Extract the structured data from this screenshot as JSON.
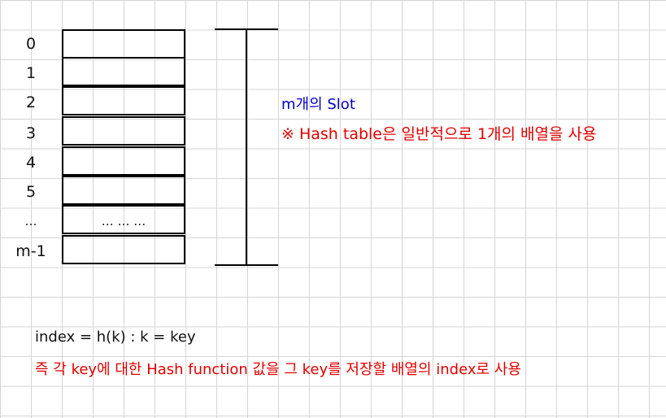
{
  "slots": [
    {
      "index": "0",
      "content": ""
    },
    {
      "index": "1",
      "content": ""
    },
    {
      "index": "2",
      "content": ""
    },
    {
      "index": "3",
      "content": ""
    },
    {
      "index": "4",
      "content": ""
    },
    {
      "index": "5",
      "content": ""
    },
    {
      "index": "…",
      "content": "… … …"
    },
    {
      "index": "m-1",
      "content": ""
    }
  ],
  "annotations": {
    "slot_count": "m개의 Slot",
    "note_array": "※ Hash table은 일반적으로 1개의 배열을 사용",
    "formula": "index = h(k) : k = key",
    "note_hash": "즉 각 key에 대한 Hash function 값을 그 key를 저장할 배열의 index로 사용"
  },
  "colors": {
    "blue_text": "#0000c8",
    "red_text": "#e00000",
    "grid": "#d4d4d4"
  }
}
